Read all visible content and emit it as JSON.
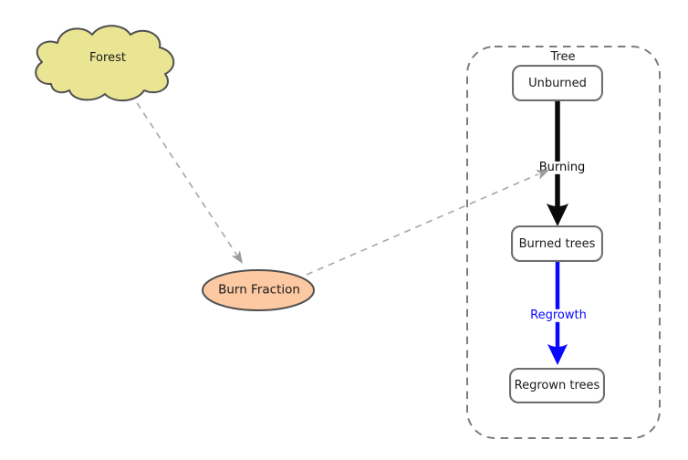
{
  "canvas": {
    "background": "#ffffff"
  },
  "nodes": {
    "forest": {
      "label": "Forest",
      "shape": "cloud",
      "fill": "#eae593",
      "stroke": "#4f4f4f"
    },
    "burn_fraction": {
      "label": "Burn Fraction",
      "shape": "ellipse",
      "fill": "#fdc9a2",
      "stroke": "#4f4f4f"
    },
    "tree_group": {
      "label": "Tree",
      "shape": "dashed-container",
      "stroke": "#7d7d7d"
    },
    "unburned": {
      "label": "Unburned",
      "shape": "rounded-box",
      "fill": "#ffffff",
      "stroke": "#6e6e6e"
    },
    "burned_trees": {
      "label": "Burned trees",
      "shape": "rounded-box",
      "fill": "#ffffff",
      "stroke": "#6e6e6e"
    },
    "regrown_trees": {
      "label": "Regrown trees",
      "shape": "rounded-box",
      "fill": "#ffffff",
      "stroke": "#6e6e6e"
    }
  },
  "flows": {
    "burning": {
      "label": "Burning",
      "from": "Unburned",
      "to": "Burned trees",
      "color": "#0a0a0a"
    },
    "regrowth": {
      "label": "Regrowth",
      "from": "Burned trees",
      "to": "Regrown trees",
      "color": "#0808ff"
    }
  },
  "links": {
    "forest_to_burn_fraction": {
      "from": "Forest",
      "to": "Burn Fraction",
      "style": "dashed",
      "color": "#ababab"
    },
    "burn_fraction_to_burning": {
      "from": "Burn Fraction",
      "to": "Burning",
      "style": "dashed",
      "color": "#ababab"
    }
  }
}
